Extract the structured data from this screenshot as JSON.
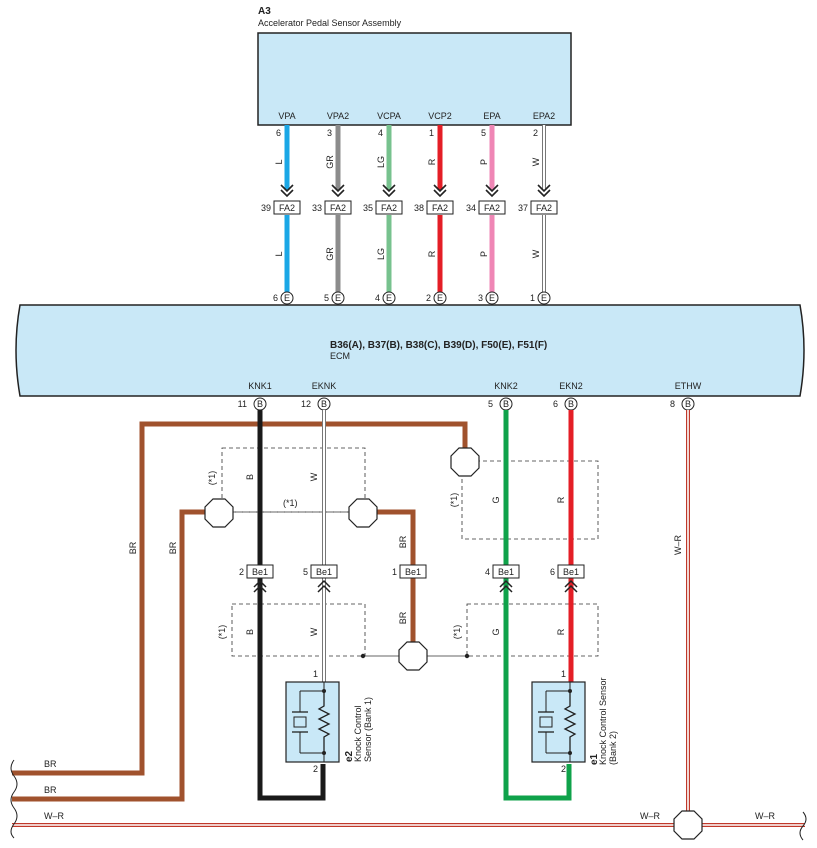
{
  "a3": {
    "code": "A3",
    "name": "Accelerator Pedal Sensor Assembly",
    "terminals": [
      {
        "label": "VPA",
        "pin": "6",
        "wire": "L",
        "conn": "FA2",
        "conn_pin": "39",
        "ecm_pin": "6",
        "ecm_conn": "E",
        "ecm_label": "VPA",
        "color": "#1aa7e6"
      },
      {
        "label": "VPA2",
        "pin": "3",
        "wire": "GR",
        "conn": "FA2",
        "conn_pin": "33",
        "ecm_pin": "5",
        "ecm_conn": "E",
        "ecm_label": "VPA2",
        "color": "#8c8c8c"
      },
      {
        "label": "VCPA",
        "pin": "4",
        "wire": "LG",
        "conn": "FA2",
        "conn_pin": "35",
        "ecm_pin": "4",
        "ecm_conn": "E",
        "ecm_label": "VCPA",
        "color": "#77c28e"
      },
      {
        "label": "VCP2",
        "pin": "1",
        "wire": "R",
        "conn": "FA2",
        "conn_pin": "38",
        "ecm_pin": "2",
        "ecm_conn": "E",
        "ecm_label": "VCP2",
        "color": "#e41e26"
      },
      {
        "label": "EPA",
        "pin": "5",
        "wire": "P",
        "conn": "FA2",
        "conn_pin": "34",
        "ecm_pin": "3",
        "ecm_conn": "E",
        "ecm_label": "EPA",
        "color": "#ef86b5"
      },
      {
        "label": "EPA2",
        "pin": "2",
        "wire": "W",
        "conn": "FA2",
        "conn_pin": "37",
        "ecm_pin": "1",
        "ecm_conn": "E",
        "ecm_label": "EPA2",
        "color": "#ffffff"
      }
    ]
  },
  "ecm": {
    "connectors": "B36(A), B37(B), B38(C), B39(D), F50(E), F51(F)",
    "name": "ECM",
    "bottom_terminals": [
      {
        "label": "KNK1",
        "pin": "11",
        "conn": "B"
      },
      {
        "label": "EKNK",
        "pin": "12",
        "conn": "B"
      },
      {
        "label": "KNK2",
        "pin": "5",
        "conn": "B"
      },
      {
        "label": "EKN2",
        "pin": "6",
        "conn": "B"
      },
      {
        "label": "ETHW",
        "pin": "8",
        "conn": "B"
      }
    ]
  },
  "be1": {
    "conn": "Be1",
    "pins": [
      "2",
      "5",
      "1",
      "4",
      "6"
    ]
  },
  "wires": {
    "b": "B",
    "w": "W",
    "br": "BR",
    "g": "G",
    "r": "R",
    "wr": "W–R"
  },
  "note": "(*1)",
  "sensors": {
    "bank1": {
      "code": "e2",
      "line1": "Knock Control",
      "line2": "Sensor (Bank 1)",
      "pin_top": "1",
      "pin_bottom": "2"
    },
    "bank2": {
      "code": "e1",
      "line1": "Knock Control Sensor",
      "line2": "(Bank 2)",
      "pin_top": "1",
      "pin_bottom": "2"
    }
  },
  "colors": {
    "box_fill": "#c9e8f7",
    "brown": "#a0522d",
    "black": "#1a1a1a",
    "green": "#0fa24a",
    "red": "#e41e26",
    "wr_red": "#c0392b"
  }
}
